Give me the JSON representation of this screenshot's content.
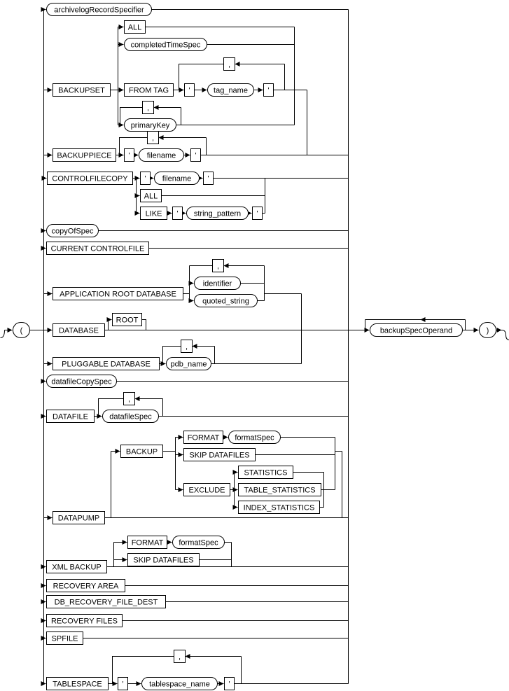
{
  "diagram": {
    "type": "syntax-railroad-diagram",
    "punctuation": {
      "open_paren": "(",
      "close_paren": ")",
      "comma": ",",
      "quote": "'"
    },
    "keywords": {
      "backupset": "BACKUPSET",
      "all": "ALL",
      "from_tag": "FROM TAG",
      "backuppiece": "BACKUPPIECE",
      "controlfilecopy": "CONTROLFILECOPY",
      "like": "LIKE",
      "current_controlfile": "CURRENT CONTROLFILE",
      "application_root_database": "APPLICATION ROOT DATABASE",
      "database": "DATABASE",
      "root": "ROOT",
      "pluggable_database": "PLUGGABLE DATABASE",
      "datafile": "DATAFILE",
      "datapump": "DATAPUMP",
      "backup": "BACKUP",
      "format": "FORMAT",
      "skip_datafiles": "SKIP DATAFILES",
      "exclude": "EXCLUDE",
      "statistics": "STATISTICS",
      "table_statistics": "TABLE_STATISTICS",
      "index_statistics": "INDEX_STATISTICS",
      "xml_backup": "XML BACKUP",
      "recovery_area": "RECOVERY AREA",
      "db_recovery_file_dest": "DB_RECOVERY_FILE_DEST",
      "recovery_files": "RECOVERY FILES",
      "spfile": "SPFILE",
      "tablespace": "TABLESPACE"
    },
    "nonterminals": {
      "archivelogRecordSpecifier": "archivelogRecordSpecifier",
      "completedTimeSpec": "completedTimeSpec",
      "tag_name": "tag_name",
      "primaryKey": "primaryKey",
      "filename": "filename",
      "string_pattern": "string_pattern",
      "copyOfSpec": "copyOfSpec",
      "identifier": "identifier",
      "quoted_string": "quoted_string",
      "pdb_name": "pdb_name",
      "datafileCopySpec": "datafileCopySpec",
      "datafileSpec": "datafileSpec",
      "formatSpec": "formatSpec",
      "tablespace_name": "tablespace_name",
      "backupSpecOperand": "backupSpecOperand"
    }
  }
}
